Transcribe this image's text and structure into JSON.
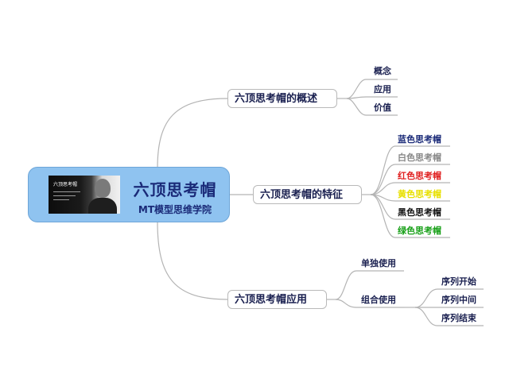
{
  "central": {
    "title": "六顶思考帽",
    "subtitle": "MT模型思维学院",
    "thumb_title": "六顶思考帽"
  },
  "branches": [
    {
      "label": "六顶思考帽的概述",
      "children": [
        "概念",
        "应用",
        "价值"
      ]
    },
    {
      "label": "六顶思考帽的特征",
      "children": [
        "蓝色思考帽",
        "白色思考帽",
        "红色思考帽",
        "黄色思考帽",
        "黑色思考帽",
        "绿色思考帽"
      ]
    },
    {
      "label": "六顶思考帽应用",
      "children": [
        {
          "label": "单独使用"
        },
        {
          "label": "组合使用",
          "children": [
            "序列开始",
            "序列中间",
            "序列结束"
          ]
        }
      ]
    }
  ],
  "colors": {
    "central_fill": "#8fc3f0",
    "text_dark": "#1a2050",
    "hat_blue": "#1a2a78",
    "hat_white": "#888888",
    "hat_red": "#e02020",
    "hat_yellow": "#e8e000",
    "hat_black": "#111111",
    "hat_green": "#18a018"
  }
}
